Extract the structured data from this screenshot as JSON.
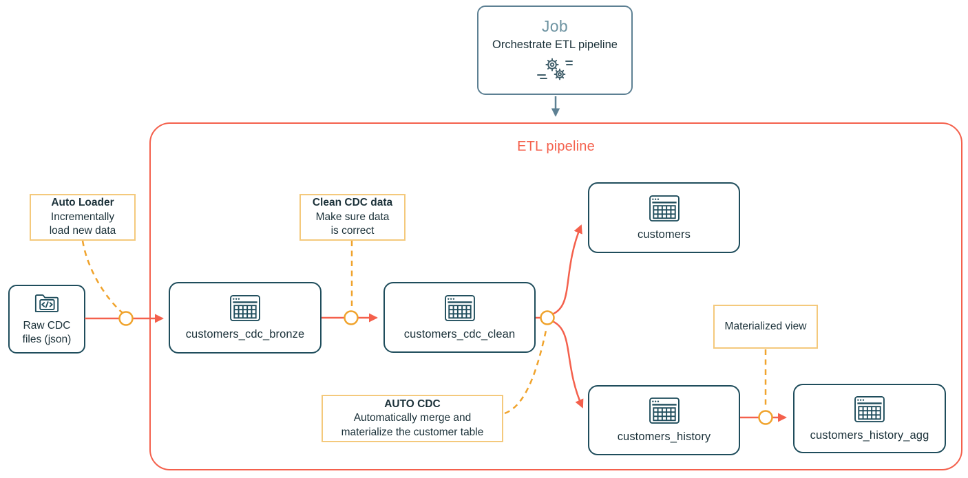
{
  "job_box": {
    "title": "Job",
    "subtitle": "Orchestrate ETL pipeline",
    "icon": "gears-icon"
  },
  "etl_container": {
    "title": "ETL pipeline"
  },
  "nodes": {
    "raw_cdc": {
      "line1": "Raw CDC",
      "line2": "files (json)",
      "icon": "folder-code-icon"
    },
    "bronze": {
      "label": "customers_cdc_bronze",
      "icon": "table-icon"
    },
    "clean": {
      "label": "customers_cdc_clean",
      "icon": "table-icon"
    },
    "customers": {
      "label": "customers",
      "icon": "table-icon"
    },
    "history": {
      "label": "customers_history",
      "icon": "table-icon"
    },
    "history_agg": {
      "label": "customers_history_agg",
      "icon": "table-icon"
    }
  },
  "annotations": {
    "auto_loader": {
      "title": "Auto Loader",
      "line1": "Incrementally",
      "line2": "load new data"
    },
    "clean_cdc": {
      "title": "Clean CDC data",
      "line1": "Make sure data",
      "line2": "is correct"
    },
    "auto_cdc": {
      "title": "AUTO CDC",
      "line1": "Automatically merge and",
      "line2": "materialize the customer table"
    },
    "materialized_view": {
      "title": "Materialized view"
    }
  },
  "colors": {
    "node_border": "#1f4d5c",
    "text": "#1b3139",
    "salmon": "#f4604c",
    "amber": "#f0a32c",
    "annotation_border": "#f4c97c",
    "job_border": "#5d8093",
    "job_title": "#6d93a1"
  },
  "icons": {
    "job": "gears-icon",
    "raw_source": "folder-code-icon",
    "table_nodes": "table-icon",
    "connector_dot": "circle-node"
  }
}
